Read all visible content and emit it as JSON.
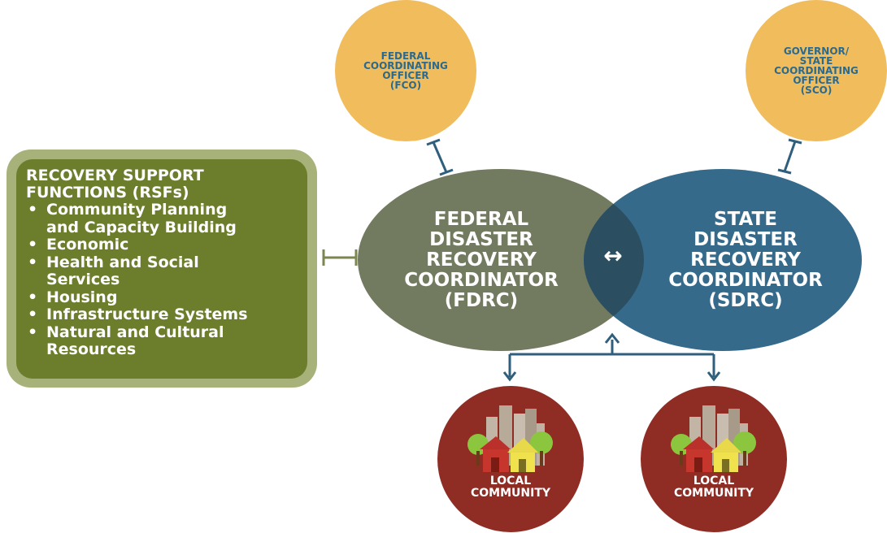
{
  "fco": {
    "lines": [
      "FEDERAL",
      "COORDINATING",
      "OFFICER",
      "(FCO)"
    ]
  },
  "sco": {
    "lines": [
      "GOVERNOR/",
      "STATE",
      "COORDINATING",
      "OFFICER",
      "(SCO)"
    ]
  },
  "rsf": {
    "title_lines": [
      "RECOVERY SUPPORT",
      "FUNCTIONS (RSFs)"
    ],
    "items": [
      [
        "Community Planning",
        "and Capacity Building"
      ],
      [
        "Economic"
      ],
      [
        "Health and Social",
        "Services"
      ],
      [
        "Housing"
      ],
      [
        "Infrastructure Systems"
      ],
      [
        "Natural and Cultural",
        "Resources"
      ]
    ]
  },
  "fdrc": {
    "lines": [
      "FEDERAL",
      "DISASTER",
      "RECOVERY",
      "COORDINATOR",
      "(FDRC)"
    ]
  },
  "sdrc": {
    "lines": [
      "STATE",
      "DISASTER",
      "RECOVERY",
      "COORDINATOR",
      "(SDRC)"
    ]
  },
  "link_symbol": "↔",
  "communities": [
    {
      "lines": [
        "LOCAL",
        "COMMUNITY"
      ]
    },
    {
      "lines": [
        "LOCAL",
        "COMMUNITY"
      ]
    }
  ],
  "colors": {
    "officer_fill": "#f0bc5c",
    "officer_text": "#2b6a8f",
    "rsf_fill": "#6c7d2c",
    "rsf_border": "#a7b17a",
    "fdrc_fill": "#727a5f",
    "sdrc_fill": "#356a8a",
    "overlap_fill": "#2b4f61",
    "community_fill": "#8f2c24",
    "connector": "#2f5f7c",
    "rsf_connector": "#7c8650"
  }
}
